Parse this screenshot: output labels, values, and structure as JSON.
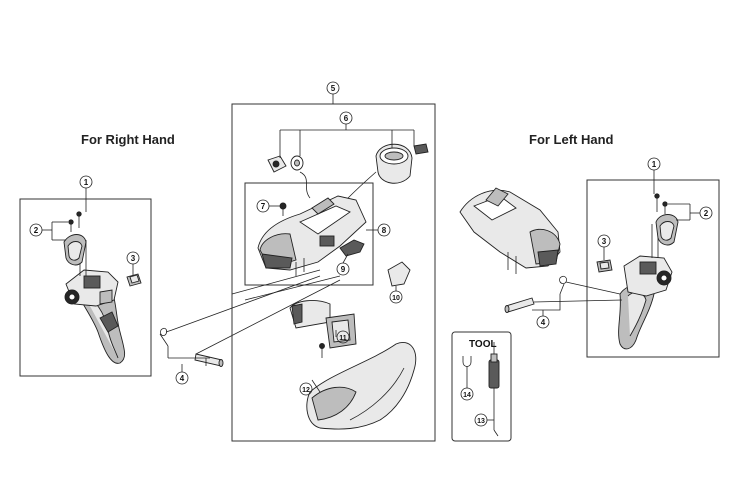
{
  "titles": {
    "right": "For Right Hand",
    "left": "For Left Hand"
  },
  "tool_box": {
    "label": "TOOL"
  },
  "callouts": {
    "r1": "1",
    "r2": "2",
    "r3": "3",
    "r4": "4",
    "c5": "5",
    "c6": "6",
    "c7": "7",
    "c8": "8",
    "c9": "9",
    "c10": "10",
    "c11": "11",
    "c12": "12",
    "l1": "1",
    "l2": "2",
    "l3": "3",
    "l4": "4",
    "t13": "13",
    "t14": "14"
  }
}
